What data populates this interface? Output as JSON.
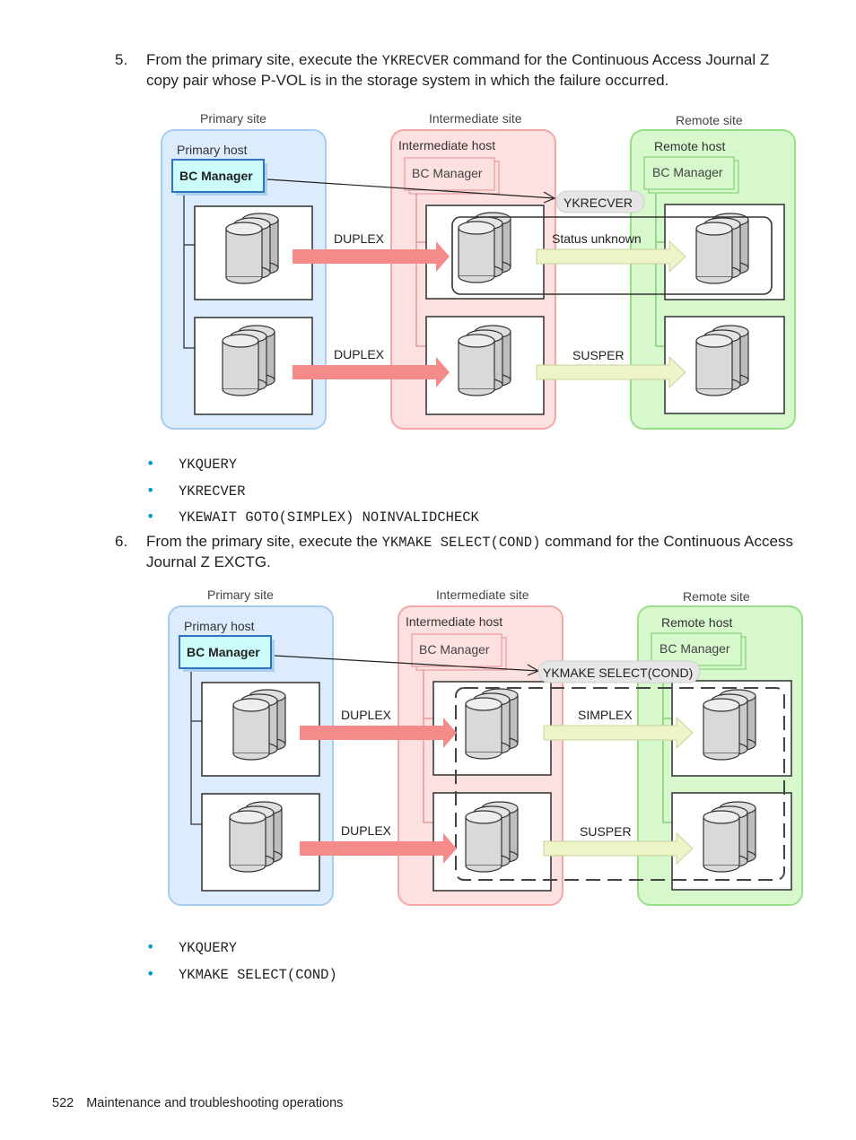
{
  "step5": {
    "number": "5.",
    "text_before": "From the primary site, execute the ",
    "command": "YKRECVER",
    "text_after": " command for the Continuous Access Journal Z copy pair whose P-VOL is in the storage system in which the failure occurred."
  },
  "diagram1": {
    "primary_site": "Primary site",
    "intermediate_site": "Intermediate site",
    "remote_site": "Remote site",
    "primary_host": "Primary host",
    "intermediate_host": "Intermediate host",
    "remote_host": "Remote host",
    "bc_manager": "BC Manager",
    "command_label": "YKRECVER",
    "arrow1_label": "DUPLEX",
    "arrow2_label": "DUPLEX",
    "arrow3_label": "Status unknown",
    "arrow4_label": "SUSPER"
  },
  "bullets1": [
    "YKQUERY",
    "YKRECVER",
    "YKEWAIT GOTO(SIMPLEX) NOINVALIDCHECK"
  ],
  "step6": {
    "number": "6.",
    "text_before": "From the primary site, execute the ",
    "command": "YKMAKE SELECT(COND)",
    "text_after": " command for the Continuous Access Journal Z EXCTG."
  },
  "diagram2": {
    "primary_site": "Primary site",
    "intermediate_site": "Intermediate site",
    "remote_site": "Remote site",
    "primary_host": "Primary host",
    "intermediate_host": "Intermediate host",
    "remote_host": "Remote host",
    "bc_manager": "BC Manager",
    "command_label": "YKMAKE SELECT(COND)",
    "arrow1_label": "DUPLEX",
    "arrow2_label": "DUPLEX",
    "arrow3_label": "SIMPLEX",
    "arrow4_label": "SUSPER"
  },
  "bullets2": [
    "YKQUERY",
    "YKMAKE SELECT(COND)"
  ],
  "footer": {
    "page_number": "522",
    "title": "Maintenance and troubleshooting operations"
  },
  "colors": {
    "primary_fill": "#dcecfc",
    "primary_stroke": "#a8ccf0",
    "intermediate_fill": "#fde0e0",
    "intermediate_stroke": "#f4a8a8",
    "remote_fill": "#d6f8cc",
    "remote_stroke": "#98e088",
    "bc_highlight": "#ccfcfc",
    "red_arrow": "#f48a8a",
    "yellow_arrow": "#ecf4c8",
    "bullet": "#0096d6"
  }
}
